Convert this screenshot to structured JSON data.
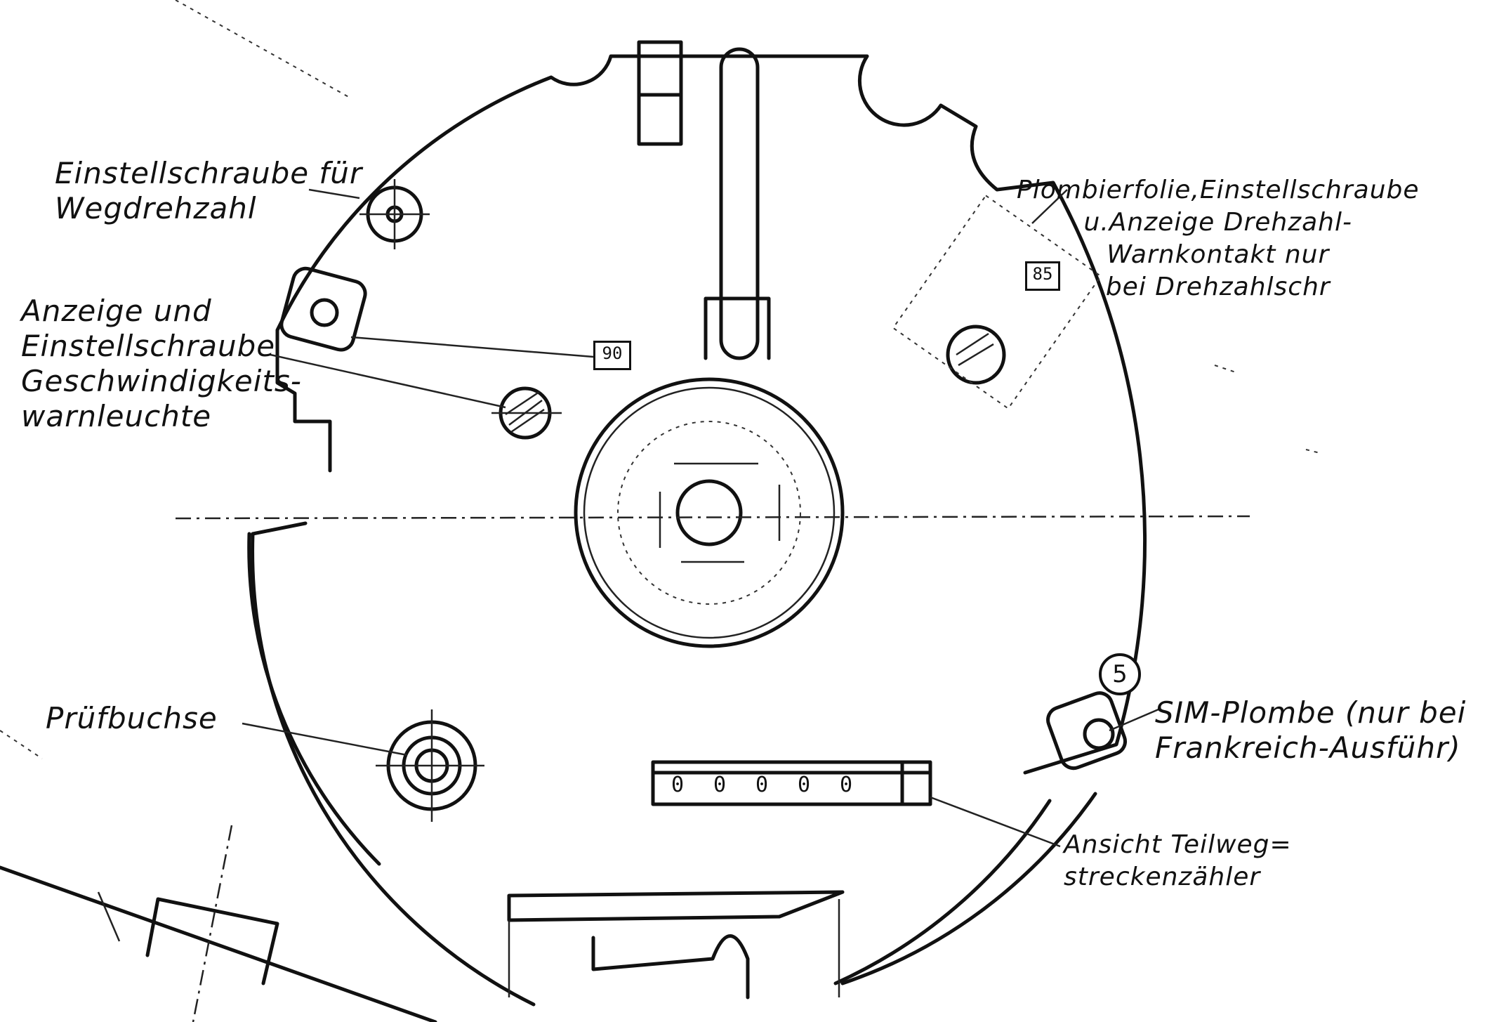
{
  "labels": {
    "wegdrehzahl": [
      "Einstellschraube für",
      "Wegdrehzahl"
    ],
    "anzeige": [
      "Anzeige und",
      "Einstellschraube",
      "Geschwindigkeits-",
      "warnleuchte"
    ],
    "plombierfolie": [
      "Plombierfolie,Einstellschraube",
      "u.Anzeige Drehzahl-",
      "Warnkontakt nur",
      "bei Drehzahlschr"
    ],
    "pruefbuchse": "Prüfbuchse",
    "sim_plombe": [
      "SIM-Plombe (nur bei",
      "Frankreich-Ausführ)"
    ],
    "teilweg": [
      "Ansicht Teilweg=",
      "streckenzähler"
    ]
  },
  "marks": {
    "box_90": "90",
    "box_85": "85",
    "circle_5": "5"
  },
  "counter_digits": [
    "0",
    "0",
    "0",
    "0",
    "0"
  ]
}
